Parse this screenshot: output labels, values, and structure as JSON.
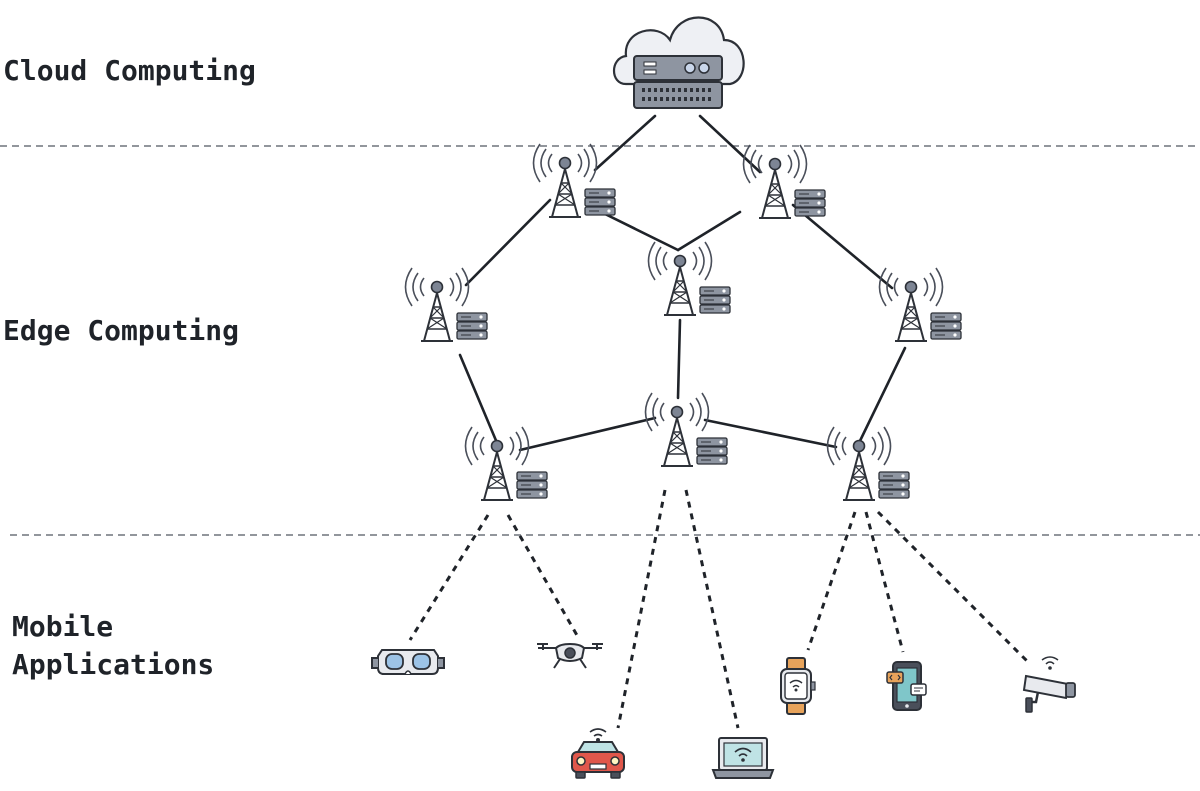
{
  "layers": {
    "cloud": "Cloud Computing",
    "edge": "Edge Computing",
    "mobile_line1": "Mobile",
    "mobile_line2": "Applications"
  },
  "colors": {
    "ink": "#1f2329",
    "tower": "#4a4f5a",
    "server_fill": "#8e95a1",
    "cloud_fill": "#eef0f4",
    "car_red": "#e0574b",
    "screen_teal": "#7fc6c9",
    "watch_orange": "#e7a35b"
  },
  "icons": [
    "cloud-server-icon",
    "cell-tower-server-icon",
    "vr-headset-icon",
    "drone-icon",
    "car-icon",
    "laptop-icon",
    "smartwatch-icon",
    "smartphone-icon",
    "security-camera-icon"
  ]
}
